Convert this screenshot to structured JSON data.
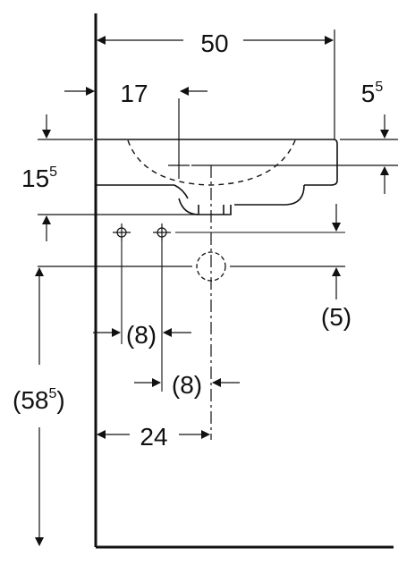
{
  "dimensions": {
    "width_total": "50",
    "tap_offset": "17",
    "depth_top_base": "5",
    "depth_top_sup": "5",
    "bowl_height_base": "15",
    "bowl_height_sup": "5",
    "pipe_drop": "(5)",
    "left_inlet_offset": "(8)",
    "right_inlet_offset": "(8)",
    "drain_offset": "24",
    "mount_height_base": "(58",
    "mount_height_sup": "5",
    "mount_height_close": ")"
  }
}
